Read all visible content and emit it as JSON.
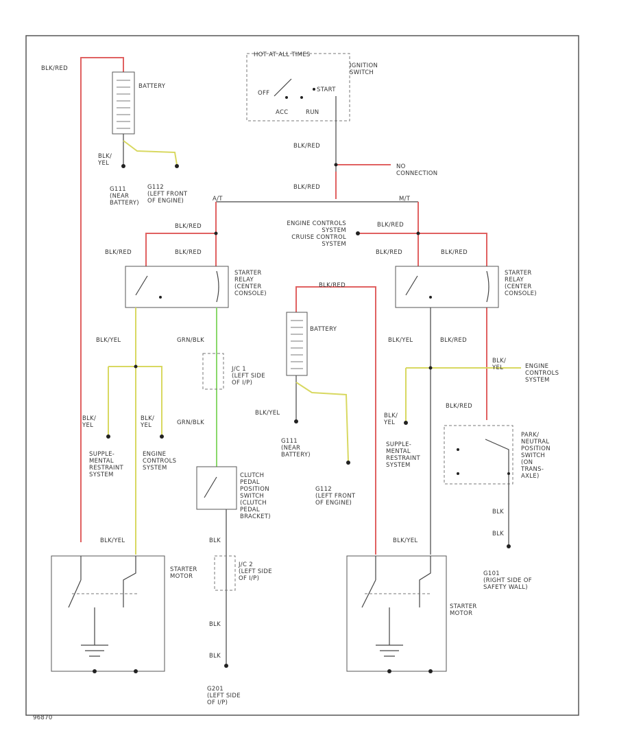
{
  "labels": {
    "blk_red_1": "BLK/RED",
    "battery_1": "BATTERY",
    "blk_yel_1": "BLK/\nYEL",
    "g111_1": "G111\n(NEAR\nBATTERY)",
    "g112_1": "G112\n(LEFT FRONT\nOF ENGINE)",
    "hot_in_all": "HOT AT ALL TIMES",
    "ignition_switch": "IGNITION\nSWITCH",
    "off": "OFF",
    "start": "START",
    "acc": "ACC",
    "run": "RUN",
    "blk_red_2": "BLK/RED",
    "blk_red_3": "BLK/RED",
    "no_connection": "NO\nCONNECTION",
    "at": "A/T",
    "mt": "M/T",
    "engine_controls_sys": "ENGINE CONTROLS\nSYSTEM\nCRUISE CONTROL\nSYSTEM",
    "blk_red_4": "BLK/RED",
    "blk_red_5": "BLK/RED",
    "blk_red_6": "BLK/RED",
    "blk_red_7": "BLK/RED",
    "starter_relay_1": "STARTER\nRELAY\n(CENTER\nCONSOLE)",
    "starter_relay_2": "STARTER\nRELAY\n(CENTER\nCONSOLE)",
    "blk_yel_2": "BLK/YEL",
    "grn_blk_1": "GRN/BLK",
    "blk_yel_3": "BLK/YEL",
    "blk_red_8": "BLK/RED",
    "blk_red_9": "BLK/RED",
    "blk_red_10": "BLK/RED",
    "battery_2": "BATTERY",
    "jc1": "J/C 1\n(LEFT SIDE\nOF I/P)",
    "grn_blk_2": "GRN/BLK",
    "blk_yel_4": "BLK/YEL",
    "blk_yel_5": "BLK/\nYEL",
    "blk_yel_6": "BLK/\nYEL",
    "blk_yel_7": "BLK/\nYEL",
    "blk_yel_8": "BLK/\nYEL",
    "srs_1": "SUPPLE-\nMENTAL\nRESTRAINT\nSYSTEM",
    "engine_controls_1": "ENGINE\nCONTROLS\nSYSTEM",
    "g111_2": "G111\n(NEAR\nBATTERY)",
    "g112_2": "G112\n(LEFT FRONT\nOF ENGINE)",
    "clutch_switch": "CLUTCH\nPEDAL\nPOSITION\nSWITCH\n(CLUTCH\nPEDAL\nBRACKET)",
    "srs_2": "SUPPLE-\nMENTAL\nRESTRAINT\nSYSTEM",
    "engine_controls_2": "ENGINE\nCONTROLS\nSYSTEM",
    "pn_switch": "PARK/\nNEUTRAL\nPOSITION\nSWITCH\n(ON\nTRANS-\nAXLE)",
    "blk_red_11": "BLK/RED",
    "blk_yel_9": "BLK/YEL",
    "blk_red_12": "BLK/RED",
    "blk_yel_10": "BLK/YEL",
    "starter_motor_1": "STARTER\nMOTOR",
    "starter_motor_2": "STARTER\nMOTOR",
    "jc2": "J/C 2\n(LEFT SIDE\nOF I/P)",
    "blk_1": "BLK",
    "blk_2": "BLK",
    "blk_3": "BLK",
    "blk_4": "BLK",
    "blk_5": "BLK",
    "g101": "G101\n(RIGHT SIDE OF\nSAFETY WALL)",
    "g201": "G201\n(LEFT SIDE\nOF I/P)",
    "fig": "96870"
  },
  "colors": {
    "red_wire": "#e06060",
    "yellow_wire": "#d8d860",
    "green_wire": "#8ad86a",
    "black_wire": "#444444"
  }
}
